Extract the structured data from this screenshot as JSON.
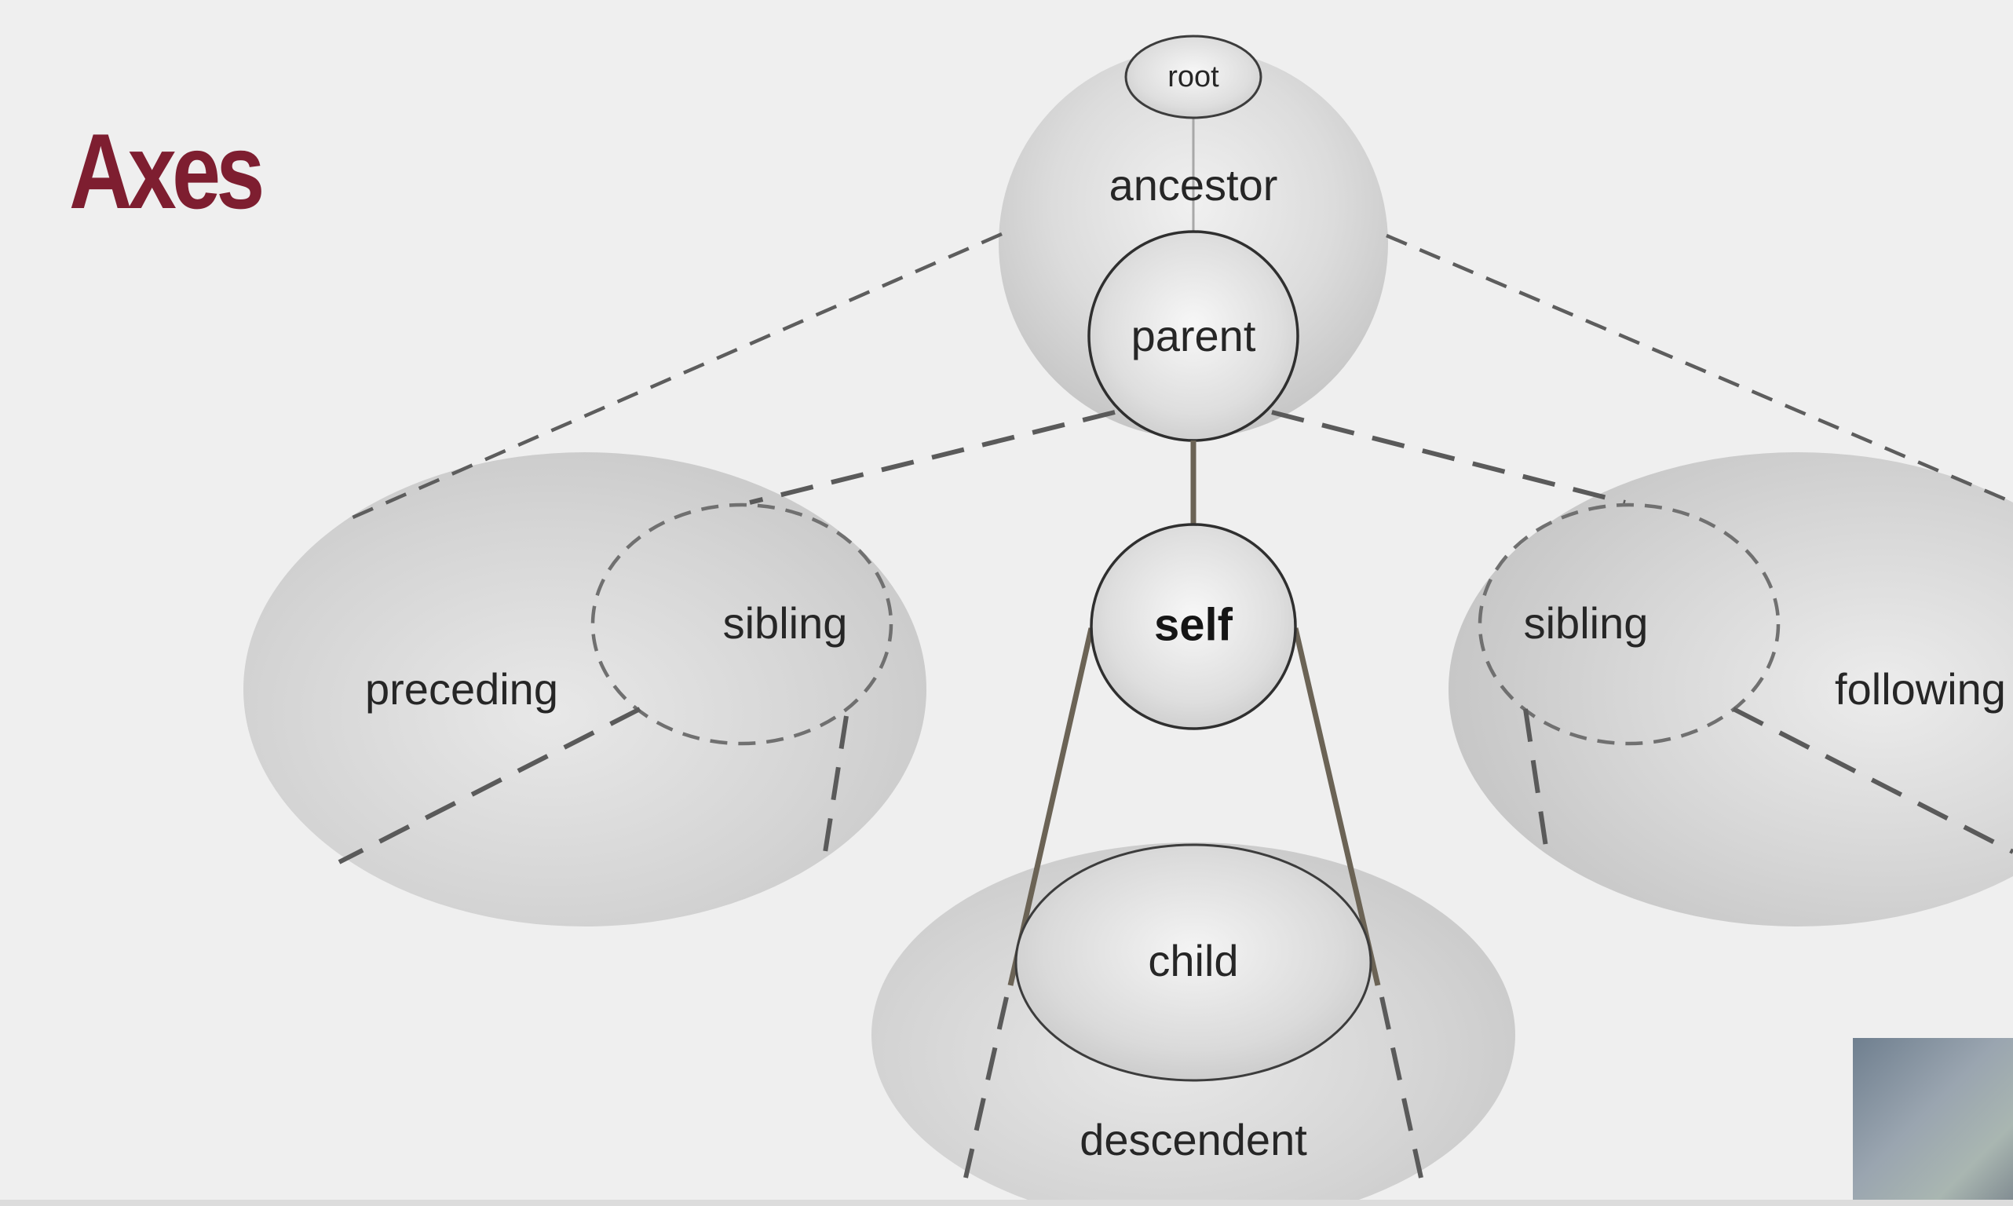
{
  "slide": {
    "title": "Axes"
  },
  "diagram": {
    "nodes": {
      "root": "root",
      "ancestor": "ancestor",
      "parent": "parent",
      "self": "self",
      "child": "child",
      "descendent": "descendent",
      "preceding": "preceding",
      "preceding_sibling": "sibling",
      "following_sibling": "sibling",
      "following": "following"
    },
    "colors": {
      "title": "#7e1e30",
      "background": "#efefef",
      "region_fill": "#c8c8c8",
      "edge": "#6b6355"
    }
  }
}
